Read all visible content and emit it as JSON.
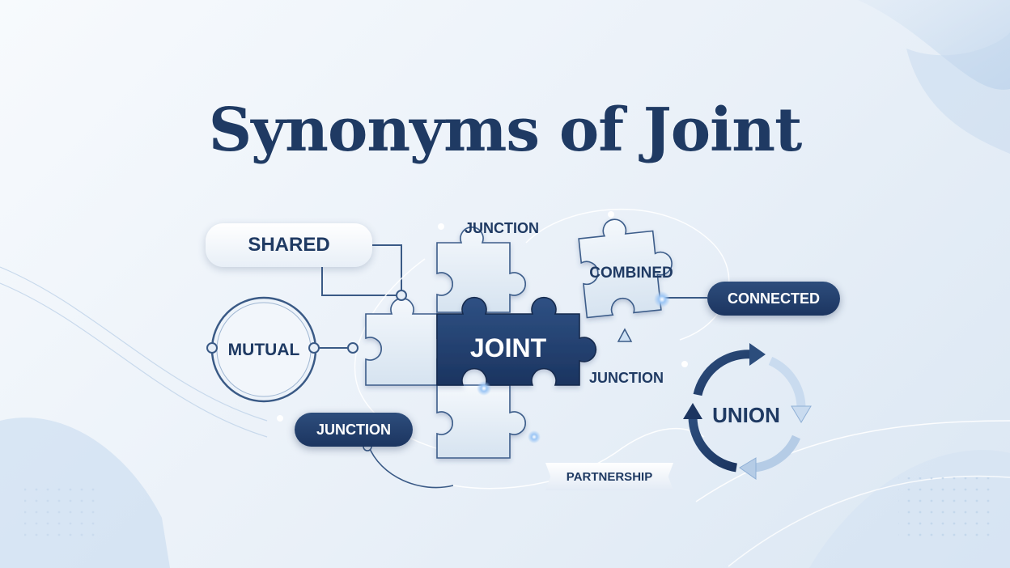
{
  "title": "Synonyms of Joint",
  "center": "JOINT",
  "synonyms": {
    "shared": "SHARED",
    "junction_top": "JUNCTION",
    "combined": "COMBINED",
    "connected": "CONNECTED",
    "mutual": "MUTUAL",
    "junction_right": "JUNCTION",
    "junction_bottom": "JUNCTION",
    "union": "UNION",
    "partnership": "PARTNERSHIP"
  },
  "colors": {
    "navy": "#1f3a63",
    "dark_pill": "#1c3560",
    "piece_light": "#e6eef7",
    "accent": "#5b8ed0"
  }
}
